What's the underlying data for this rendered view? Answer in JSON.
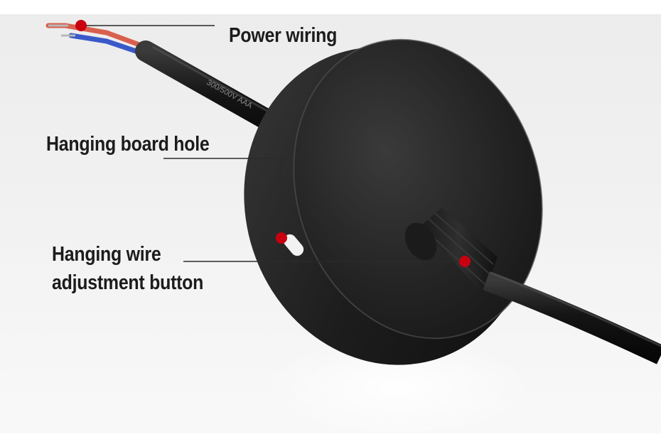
{
  "annotations": {
    "power_wiring": "Power wiring",
    "hanging_board_hole": "Hanging board hole",
    "adjustment_button_line1": "Hanging wire",
    "adjustment_button_line2": "adjustment button"
  },
  "cable_print": "300/500V  AAA",
  "colors": {
    "background": "#f3f3f3",
    "canopy": "#232323",
    "cable": "#141414",
    "marker_dot": "#c8000f",
    "leader_line": "#2a2a2a",
    "label_text": "#1c1c1c",
    "red_wire": "#d9604e",
    "blue_wire": "#3a59c8"
  }
}
